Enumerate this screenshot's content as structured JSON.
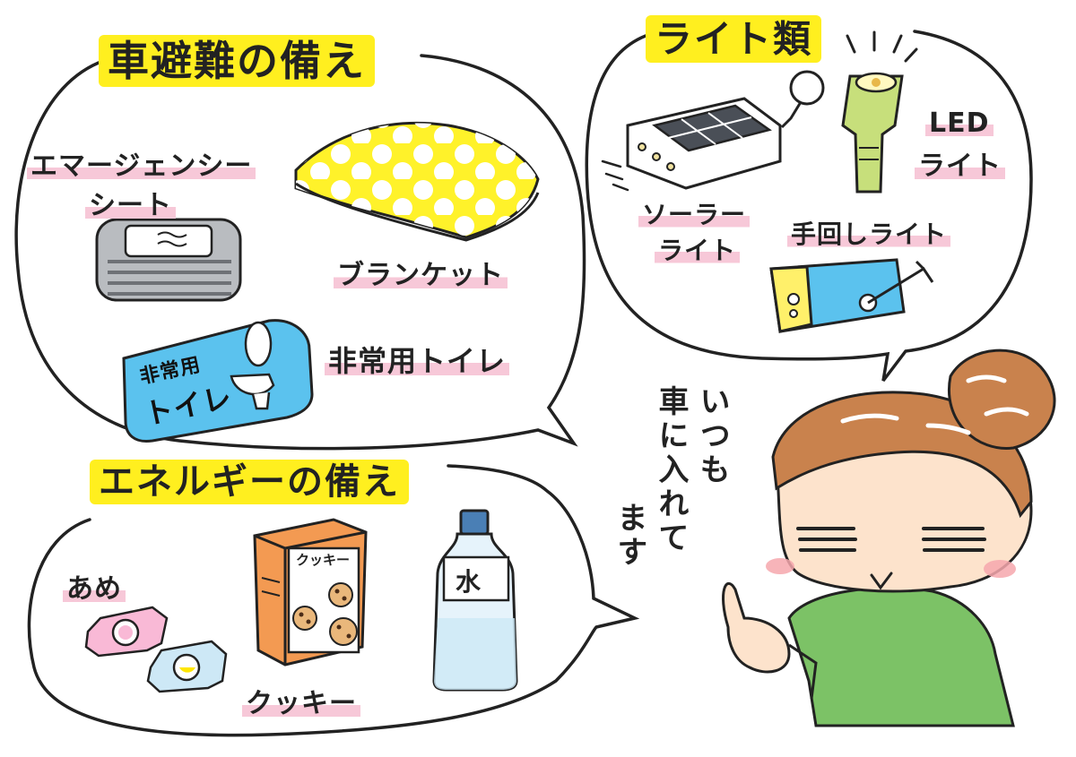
{
  "colors": {
    "highlight_yellow": "#ffef1f",
    "highlight_pink": "#f7c8d8",
    "blanket_yellow": "#fff22a",
    "toilet_blue": "#5bc2ee",
    "box_orange": "#f39a52",
    "shirt_green": "#7cc266",
    "hair_brown": "#c9824d",
    "flashlight_green": "#c7df7b",
    "bottle_blue": "#cde8f6"
  },
  "sections": {
    "car_evac": {
      "title": "車避難の備え",
      "items": {
        "emergency_sheet_line1": "エマージェンシー",
        "emergency_sheet_line2": "シート",
        "blanket": "ブランケット",
        "toilet": "非常用トイレ",
        "toilet_pack_line1": "非常用",
        "toilet_pack_line2": "トイレ"
      }
    },
    "lights": {
      "title": "ライト類",
      "items": {
        "led_line1": "LED",
        "led_line2": "ライト",
        "solar_line1": "ソーラー",
        "solar_line2": "ライト",
        "hand_crank": "手回しライト"
      }
    },
    "energy": {
      "title": "エネルギーの備え",
      "items": {
        "candy": "あめ",
        "cookie": "クッキー",
        "cookie_box_label": "クッキー",
        "water_label": "水"
      }
    }
  },
  "speech": {
    "line1": "いつも",
    "line2": "車に入れて",
    "line3": "ます"
  }
}
